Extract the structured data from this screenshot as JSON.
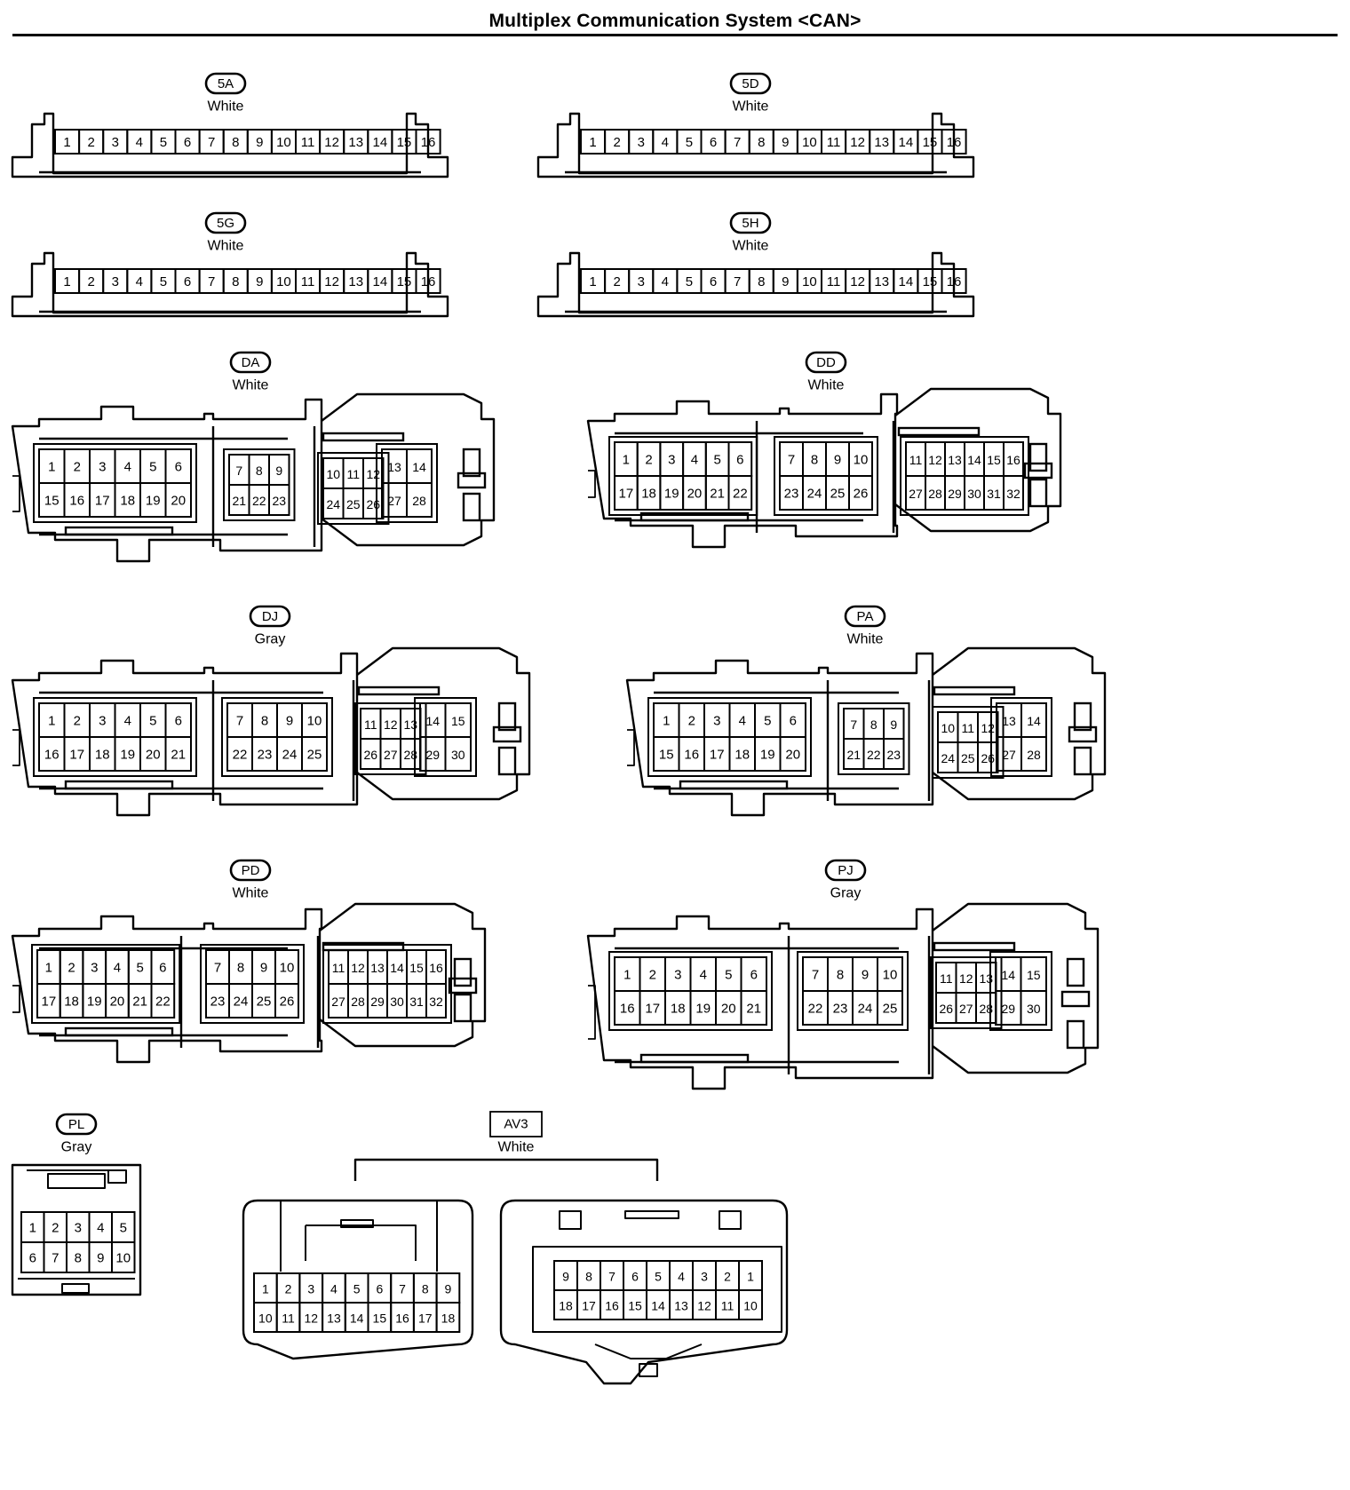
{
  "title": "Multiplex Communication System <CAN>",
  "connectors": [
    {
      "id": "5A",
      "color": "White",
      "type": "strip",
      "rows": [
        [
          1,
          2,
          3,
          4,
          5,
          6,
          7,
          8,
          9,
          10,
          11,
          12,
          13,
          14,
          15,
          16
        ]
      ]
    },
    {
      "id": "5D",
      "color": "White",
      "type": "strip",
      "rows": [
        [
          1,
          2,
          3,
          4,
          5,
          6,
          7,
          8,
          9,
          10,
          11,
          12,
          13,
          14,
          15,
          16
        ]
      ]
    },
    {
      "id": "5G",
      "color": "White",
      "type": "strip",
      "rows": [
        [
          1,
          2,
          3,
          4,
          5,
          6,
          7,
          8,
          9,
          10,
          11,
          12,
          13,
          14,
          15,
          16
        ]
      ]
    },
    {
      "id": "5H",
      "color": "White",
      "type": "strip",
      "rows": [
        [
          1,
          2,
          3,
          4,
          5,
          6,
          7,
          8,
          9,
          10,
          11,
          12,
          13,
          14,
          15,
          16
        ]
      ]
    },
    {
      "id": "DA",
      "color": "White",
      "type": "block",
      "blocks": [
        {
          "rows": [
            [
              1,
              2,
              3,
              4,
              5,
              6
            ],
            [
              15,
              16,
              17,
              18,
              19,
              20
            ]
          ]
        },
        {
          "rows": [
            [
              7,
              8,
              9
            ],
            [
              21,
              22,
              23
            ]
          ]
        },
        {
          "rows": [
            [
              10,
              11,
              12
            ],
            [
              24,
              25,
              26
            ]
          ]
        },
        {
          "rows": [
            [
              13,
              14
            ],
            [
              27,
              28
            ]
          ]
        }
      ]
    },
    {
      "id": "DD",
      "color": "White",
      "type": "block",
      "blocks": [
        {
          "rows": [
            [
              1,
              2,
              3,
              4,
              5,
              6
            ],
            [
              17,
              18,
              19,
              20,
              21,
              22
            ]
          ]
        },
        {
          "rows": [
            [
              7,
              8,
              9,
              10
            ],
            [
              23,
              24,
              25,
              26
            ]
          ]
        },
        {
          "rows": [
            [
              11,
              12,
              13,
              14,
              15,
              16
            ],
            [
              27,
              28,
              29,
              30,
              31,
              32
            ]
          ]
        }
      ]
    },
    {
      "id": "DJ",
      "color": "Gray",
      "type": "block",
      "blocks": [
        {
          "rows": [
            [
              1,
              2,
              3,
              4,
              5,
              6
            ],
            [
              16,
              17,
              18,
              19,
              20,
              21
            ]
          ]
        },
        {
          "rows": [
            [
              7,
              8,
              9,
              10
            ],
            [
              22,
              23,
              24,
              25
            ]
          ]
        },
        {
          "rows": [
            [
              11,
              12,
              13
            ],
            [
              26,
              27,
              28
            ]
          ]
        },
        {
          "rows": [
            [
              14,
              15
            ],
            [
              29,
              30
            ]
          ]
        }
      ]
    },
    {
      "id": "PA",
      "color": "White",
      "type": "block",
      "blocks": [
        {
          "rows": [
            [
              1,
              2,
              3,
              4,
              5,
              6
            ],
            [
              15,
              16,
              17,
              18,
              19,
              20
            ]
          ]
        },
        {
          "rows": [
            [
              7,
              8,
              9
            ],
            [
              21,
              22,
              23
            ]
          ]
        },
        {
          "rows": [
            [
              10,
              11,
              12
            ],
            [
              24,
              25,
              26
            ]
          ]
        },
        {
          "rows": [
            [
              13,
              14
            ],
            [
              27,
              28
            ]
          ]
        }
      ]
    },
    {
      "id": "PD",
      "color": "White",
      "type": "block",
      "blocks": [
        {
          "rows": [
            [
              1,
              2,
              3,
              4,
              5,
              6
            ],
            [
              17,
              18,
              19,
              20,
              21,
              22
            ]
          ]
        },
        {
          "rows": [
            [
              7,
              8,
              9,
              10
            ],
            [
              23,
              24,
              25,
              26
            ]
          ]
        },
        {
          "rows": [
            [
              11,
              12,
              13,
              14,
              15,
              16
            ],
            [
              27,
              28,
              29,
              30,
              31,
              32
            ]
          ]
        }
      ]
    },
    {
      "id": "PJ",
      "color": "Gray",
      "type": "block",
      "blocks": [
        {
          "rows": [
            [
              1,
              2,
              3,
              4,
              5,
              6
            ],
            [
              16,
              17,
              18,
              19,
              20,
              21
            ]
          ]
        },
        {
          "rows": [
            [
              7,
              8,
              9,
              10
            ],
            [
              22,
              23,
              24,
              25
            ]
          ]
        },
        {
          "rows": [
            [
              11,
              12,
              13
            ],
            [
              26,
              27,
              28
            ]
          ]
        },
        {
          "rows": [
            [
              14,
              15
            ],
            [
              29,
              30
            ]
          ]
        }
      ]
    },
    {
      "id": "PL",
      "color": "Gray",
      "type": "small",
      "rows": [
        [
          1,
          2,
          3,
          4,
          5
        ],
        [
          6,
          7,
          8,
          9,
          10
        ]
      ]
    }
  ],
  "av3": {
    "id": "AV3",
    "color": "White",
    "left_rows": [
      [
        1,
        2,
        3,
        4,
        5,
        6,
        7,
        8,
        9
      ],
      [
        10,
        11,
        12,
        13,
        14,
        15,
        16,
        17,
        18
      ]
    ],
    "right_rows": [
      [
        9,
        8,
        7,
        6,
        5,
        4,
        3,
        2,
        1
      ],
      [
        18,
        17,
        16,
        15,
        14,
        13,
        12,
        11,
        10
      ]
    ]
  }
}
